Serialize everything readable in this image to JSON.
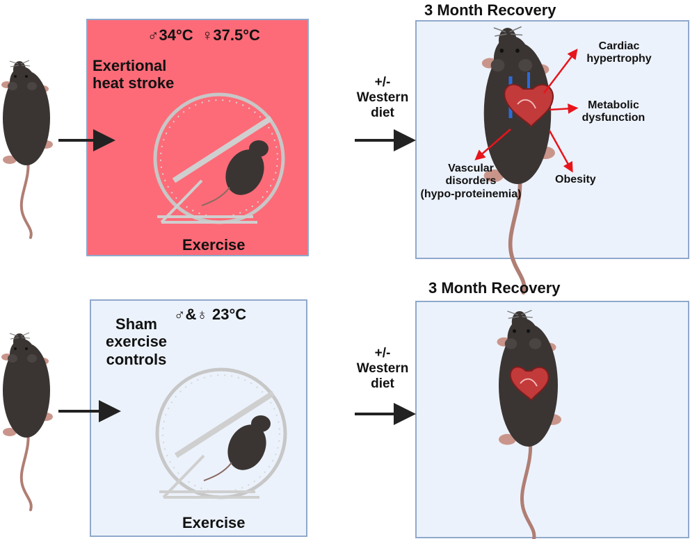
{
  "top_row": {
    "heat_box": {
      "temperature_label": "♂34°C  ♀37.5°C",
      "title_line1": "Exertional",
      "title_line2": "heat stroke",
      "activity_label": "Exercise",
      "fill_color": "#fd6b78",
      "border_color": "#8fa8cc"
    },
    "diet_label_line1": "+/-",
    "diet_label_line2": "Western",
    "diet_label_line3": "diet",
    "recovery_title": "3 Month Recovery",
    "outcomes": {
      "cardiac_line1": "Cardiac",
      "cardiac_line2": "hypertrophy",
      "metabolic_line1": "Metabolic",
      "metabolic_line2": "dysfunction",
      "obesity": "Obesity",
      "vascular_line1": "Vascular",
      "vascular_line2": "disorders",
      "vascular_line3": "(hypo-proteinemia)"
    },
    "outcome_arrow_color": "#e8141c"
  },
  "bottom_row": {
    "sham_box": {
      "temperature_label": "♂&♁ 23°C",
      "title_line1": "Sham",
      "title_line2": "exercise",
      "title_line3": "controls",
      "activity_label": "Exercise",
      "fill_color": "#ecf2fb",
      "border_color": "#8fa8cc"
    },
    "diet_label_line1": "+/-",
    "diet_label_line2": "Western",
    "diet_label_line3": "diet",
    "recovery_title": "3 Month Recovery"
  },
  "icons": {
    "mouse": "mouse-icon",
    "wheel": "exercise-wheel-icon",
    "heart": "heart-icon"
  },
  "colors": {
    "mouse_body": "#3a3533",
    "mouse_tail": "#b07e74",
    "recovery_box_fill": "#ecf2fb",
    "flow_arrow": "#222222"
  }
}
